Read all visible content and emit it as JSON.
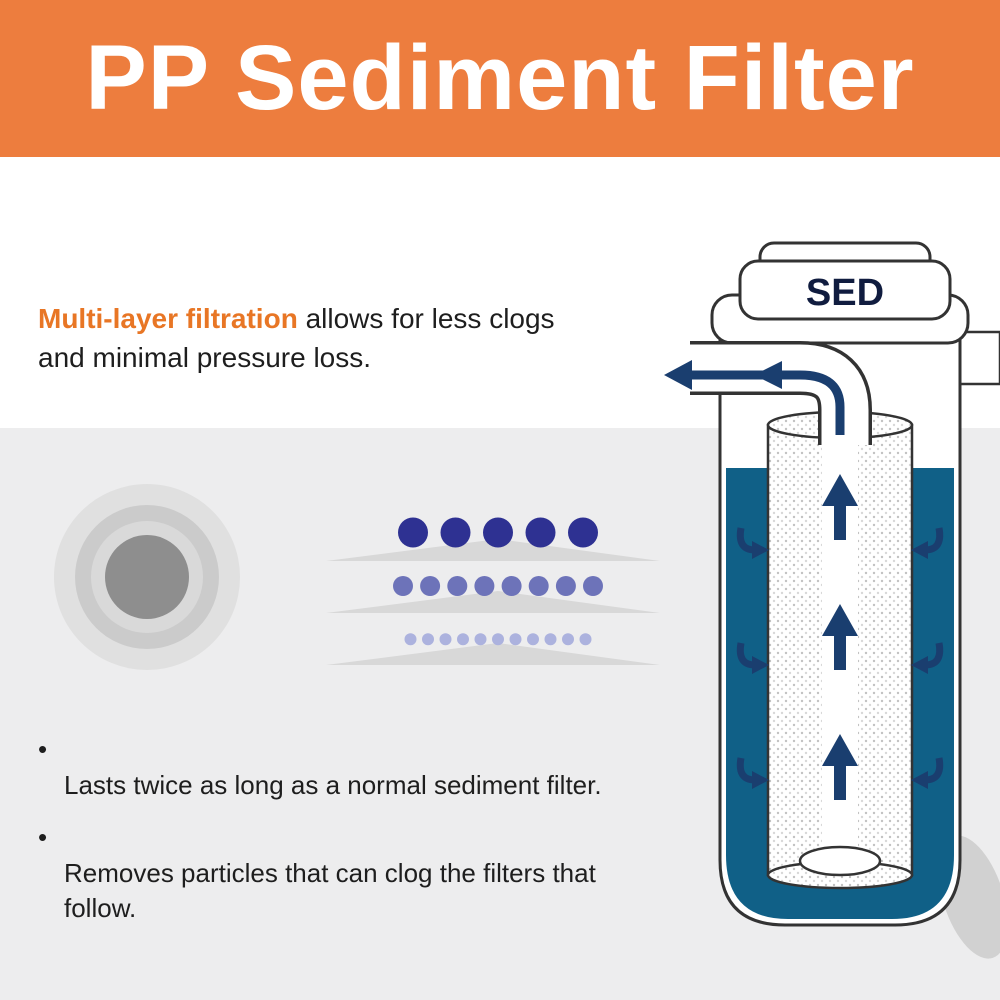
{
  "banner": {
    "title": "PP Sediment Filter"
  },
  "intro": {
    "highlight": "Multi-layer filtration",
    "text": " allows for less clogs\nand minimal pressure loss."
  },
  "list": {
    "bullet_glyph": "•",
    "items": [
      "Lasts twice as long as a normal sediment filter.",
      "Removes particles that can clog the filters that\nfollow."
    ]
  },
  "filter": {
    "label": "SED"
  },
  "colors": {
    "banner_bg": "#ED7D3E",
    "highlight": "#E87625",
    "section_bg": "#EDEDEE",
    "water": "#106087",
    "arrow": "#1A3E6F"
  },
  "filtration": {
    "layers": [
      {
        "name": "coarse-layer",
        "dot_color": "#2E3192",
        "dot_radius": 15,
        "dot_count": 5,
        "spread": 170
      },
      {
        "name": "medium-layer",
        "dot_color": "#6D73B9",
        "dot_radius": 10,
        "dot_count": 8,
        "spread": 190
      },
      {
        "name": "fine-layer",
        "dot_color": "#ACB2DE",
        "dot_radius": 6,
        "dot_count": 11,
        "spread": 175
      }
    ]
  }
}
